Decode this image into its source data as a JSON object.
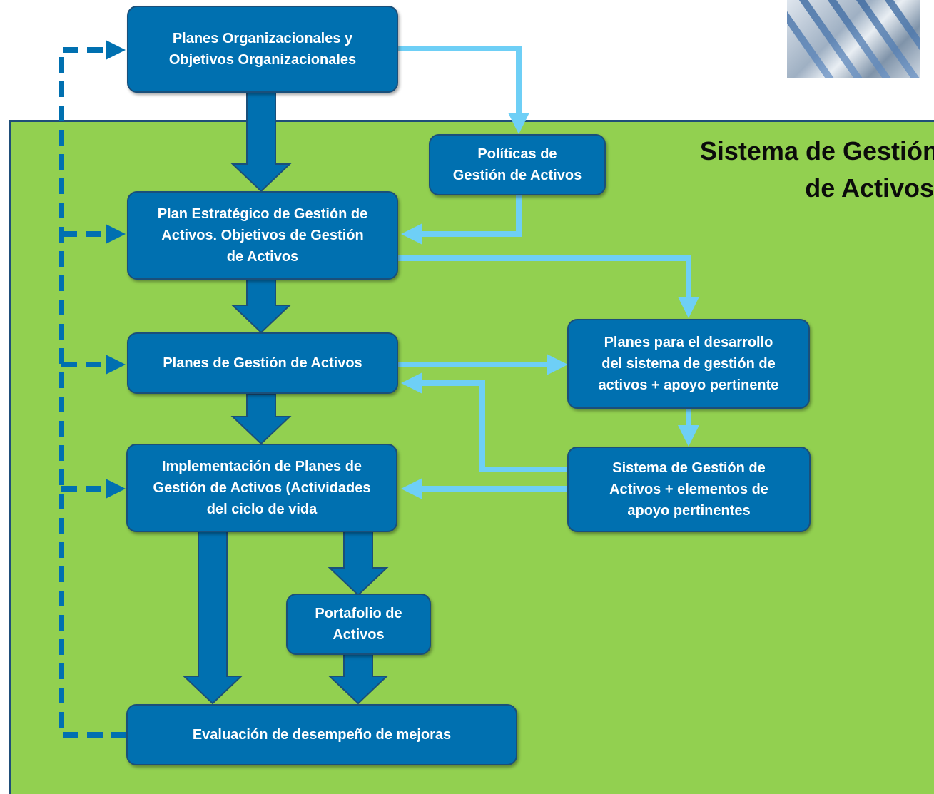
{
  "title": {
    "line1": "Sistema de Gestión",
    "line2": "de Activos"
  },
  "colors": {
    "background_panel": "#92d050",
    "box_fill": "#0070b0",
    "box_border": "#1a4f7a",
    "main_arrow": "#0070b0",
    "side_arrow": "#6ecff6",
    "dashed_arrow": "#0070b0",
    "text": "#ffffff"
  },
  "boxes": {
    "planes_org": {
      "line1": "Planes Organizacionales y",
      "line2": "Objetivos Organizacionales"
    },
    "politicas": {
      "line1": "Políticas de",
      "line2": "Gestión de Activos"
    },
    "plan_estrategico": {
      "line1": "Plan Estratégico de Gestión de",
      "line2": "Activos. Objetivos de Gestión",
      "line3": "de Activos"
    },
    "planes_gestion": {
      "line1": "Planes de Gestión de Activos"
    },
    "planes_desarrollo": {
      "line1": "Planes para el desarrollo",
      "line2": "del sistema de gestión de",
      "line3": "activos + apoyo pertinente"
    },
    "implementacion": {
      "line1": "Implementación de Planes de",
      "line2": "Gestión de Activos (Actividades",
      "line3": "del ciclo de vida"
    },
    "sistema_gestion": {
      "line1": "Sistema de Gestión de",
      "line2": "Activos + elementos de",
      "line3": "apoyo pertinentes"
    },
    "portafolio": {
      "line1": "Portafolio de",
      "line2": "Activos"
    },
    "evaluacion": {
      "line1": "Evaluación de desempeño de mejoras"
    }
  }
}
